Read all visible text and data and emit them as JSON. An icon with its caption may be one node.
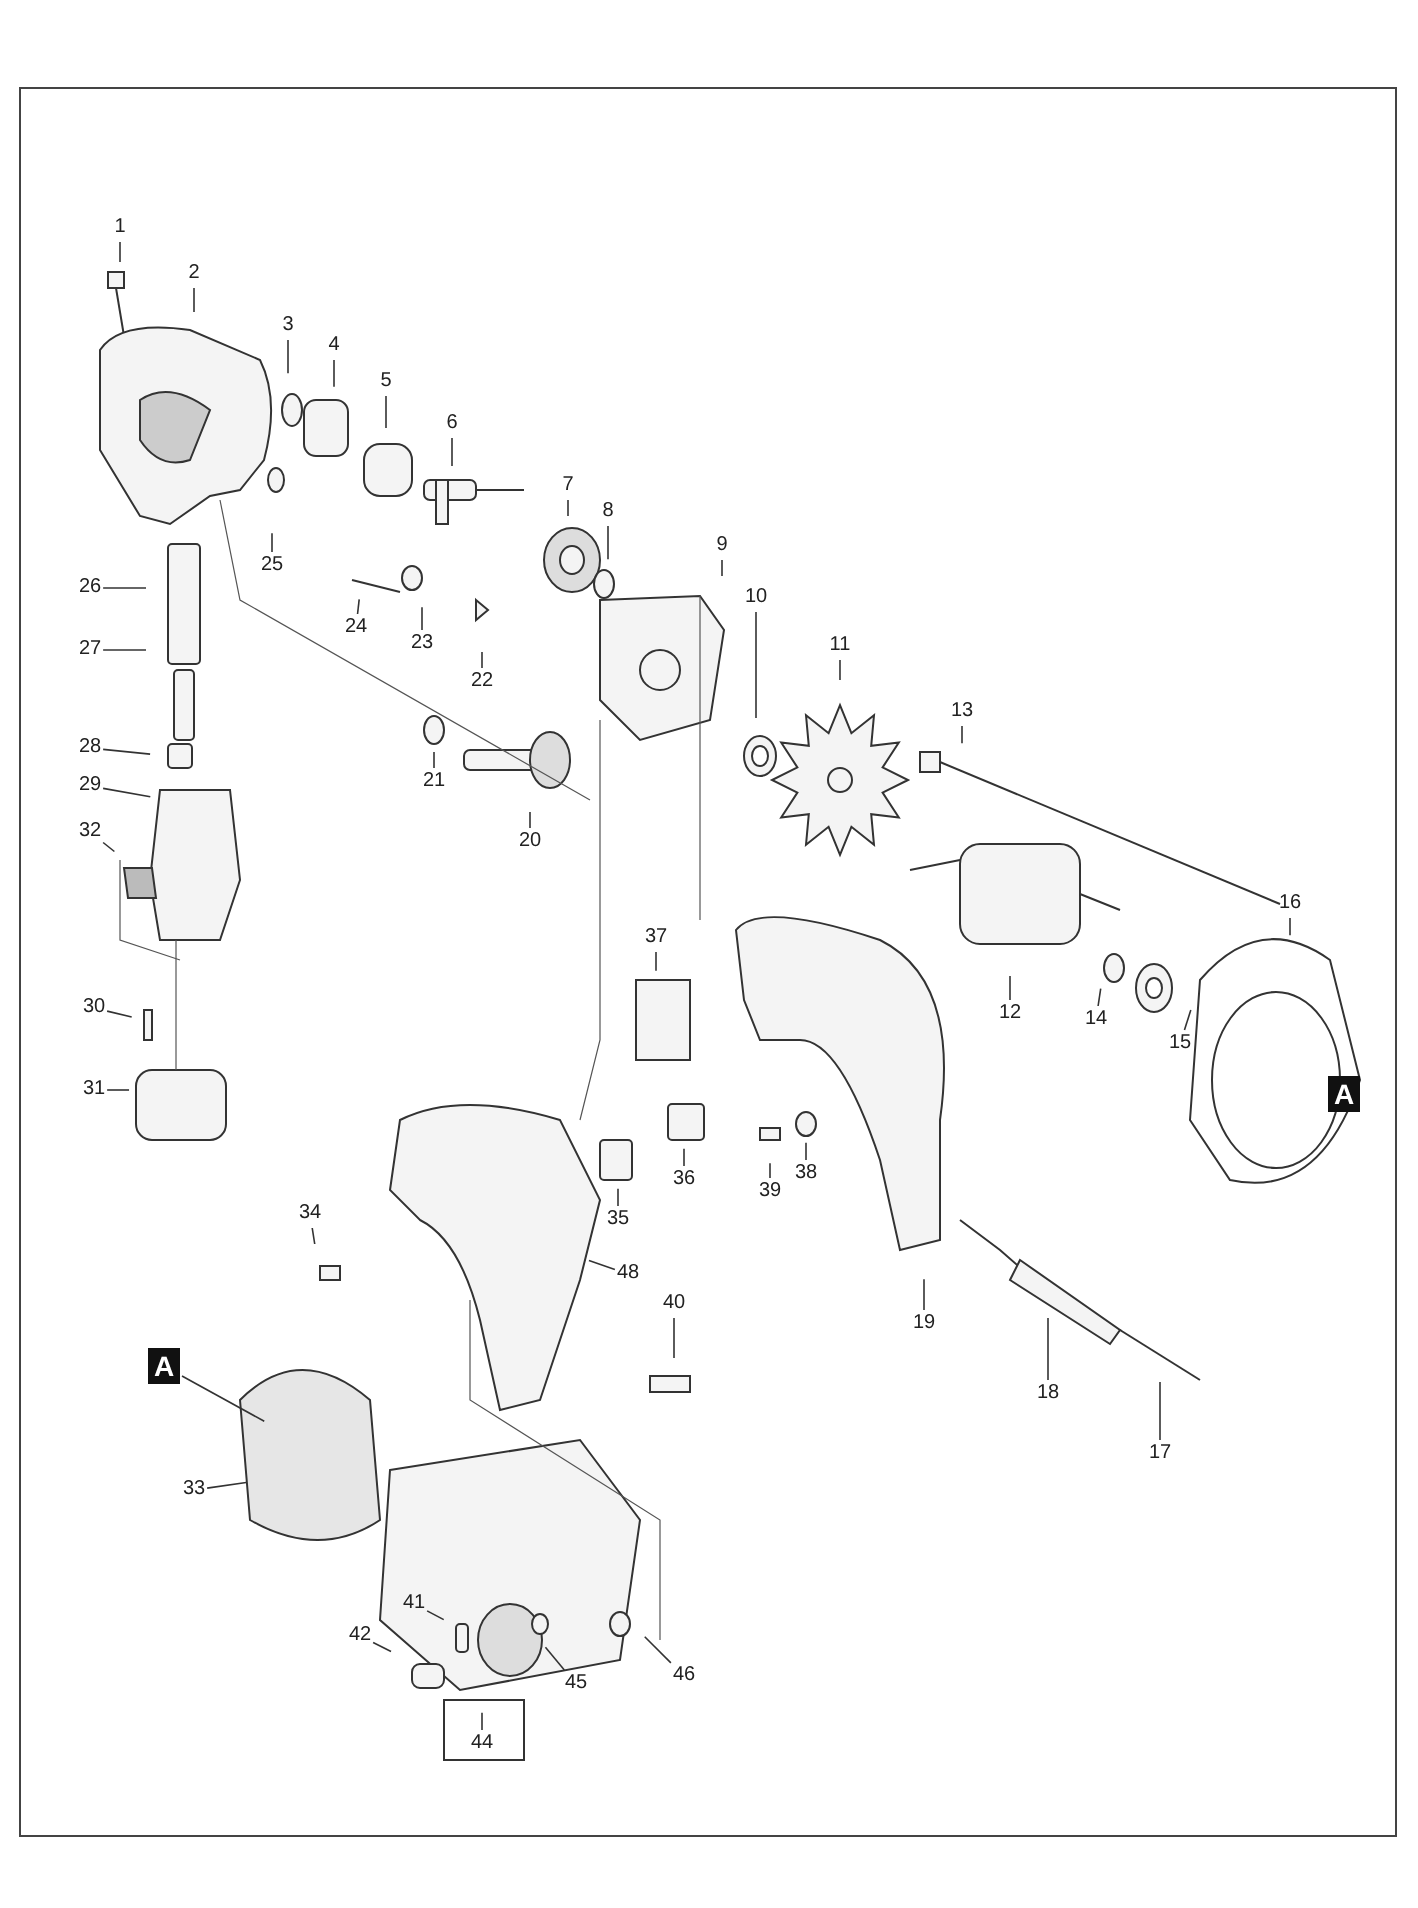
{
  "diagram": {
    "nodes": [
      {
        "text": [
          "1"
        ]
      },
      {
        "text": [
          "2"
        ]
      },
      {
        "text": [
          "3"
        ]
      },
      {
        "text": [
          "4"
        ]
      },
      {
        "text": [
          "5"
        ]
      },
      {
        "text": [
          "6"
        ]
      },
      {
        "text": [
          "7"
        ]
      },
      {
        "text": [
          "8"
        ]
      },
      {
        "text": [
          "9"
        ]
      },
      {
        "text": [
          "10"
        ]
      },
      {
        "text": [
          "11"
        ]
      },
      {
        "text": [
          "12"
        ]
      },
      {
        "text": [
          "13"
        ]
      },
      {
        "text": [
          "14"
        ]
      },
      {
        "text": [
          "15"
        ]
      },
      {
        "text": [
          "16"
        ]
      },
      {
        "text": [
          "17"
        ]
      },
      {
        "text": [
          "18"
        ]
      },
      {
        "text": [
          "19"
        ]
      },
      {
        "text": [
          "20"
        ]
      },
      {
        "text": [
          "21"
        ]
      },
      {
        "text": [
          "22"
        ]
      },
      {
        "text": [
          "23"
        ]
      },
      {
        "text": [
          "24"
        ]
      },
      {
        "text": [
          "25"
        ]
      },
      {
        "text": [
          "26"
        ]
      },
      {
        "text": [
          "27"
        ]
      },
      {
        "text": [
          "28"
        ]
      },
      {
        "text": [
          "29"
        ]
      },
      {
        "text": [
          "30"
        ]
      },
      {
        "text": [
          "31"
        ]
      },
      {
        "text": [
          "32"
        ]
      },
      {
        "text": [
          "33"
        ]
      },
      {
        "text": [
          "34"
        ]
      },
      {
        "text": [
          "35"
        ]
      },
      {
        "text": [
          "36"
        ]
      },
      {
        "text": [
          "37"
        ]
      },
      {
        "text": [
          "38"
        ]
      },
      {
        "text": [
          "39"
        ]
      },
      {
        "text": [
          "40"
        ]
      },
      {
        "text": [
          "41"
        ]
      },
      {
        "text": [
          "42"
        ]
      },
      {
        "text": [
          "44"
        ]
      },
      {
        "text": [
          "45"
        ]
      },
      {
        "text": [
          "46"
        ]
      },
      {
        "text": [
          "48"
        ]
      },
      {
        "text": [
          "A"
        ]
      },
      {
        "text": [
          "A"
        ]
      }
    ],
    "edges": [
      {
        "from": 0,
        "to": null,
        "arrow": "none"
      },
      {
        "from": 1,
        "to": null,
        "arrow": "none"
      },
      {
        "from": 2,
        "to": null,
        "arrow": "none"
      },
      {
        "from": 3,
        "to": null,
        "arrow": "none"
      },
      {
        "from": 4,
        "to": null,
        "arrow": "none"
      },
      {
        "from": 5,
        "to": null,
        "arrow": "none"
      },
      {
        "from": 6,
        "to": null,
        "arrow": "none"
      },
      {
        "from": 7,
        "to": null,
        "arrow": "none"
      },
      {
        "from": 8,
        "to": null,
        "arrow": "none"
      },
      {
        "from": 9,
        "to": null,
        "arrow": "none"
      },
      {
        "from": 10,
        "to": null,
        "arrow": "none"
      },
      {
        "from": 11,
        "to": null,
        "arrow": "none"
      },
      {
        "from": 12,
        "to": null,
        "arrow": "none"
      },
      {
        "from": 13,
        "to": null,
        "arrow": "none"
      },
      {
        "from": 14,
        "to": null,
        "arrow": "none"
      },
      {
        "from": 15,
        "to": null,
        "arrow": "none"
      },
      {
        "from": 16,
        "to": null,
        "arrow": "none"
      },
      {
        "from": 17,
        "to": null,
        "arrow": "none"
      },
      {
        "from": 18,
        "to": null,
        "arrow": "none"
      },
      {
        "from": 19,
        "to": null,
        "arrow": "none"
      },
      {
        "from": 20,
        "to": null,
        "arrow": "none"
      },
      {
        "from": 21,
        "to": null,
        "arrow": "none"
      },
      {
        "from": 22,
        "to": null,
        "arrow": "none"
      },
      {
        "from": 23,
        "to": null,
        "arrow": "none"
      },
      {
        "from": 24,
        "to": null,
        "arrow": "none"
      },
      {
        "from": 25,
        "to": null,
        "arrow": "none"
      },
      {
        "from": 26,
        "to": null,
        "arrow": "none"
      },
      {
        "from": 27,
        "to": null,
        "arrow": "none"
      },
      {
        "from": 28,
        "to": null,
        "arrow": "none"
      },
      {
        "from": 29,
        "to": null,
        "arrow": "none"
      },
      {
        "from": 30,
        "to": null,
        "arrow": "none"
      },
      {
        "from": 31,
        "to": null,
        "arrow": "none"
      },
      {
        "from": 32,
        "to": null,
        "arrow": "none"
      },
      {
        "from": 33,
        "to": null,
        "arrow": "none"
      },
      {
        "from": 34,
        "to": null,
        "arrow": "none"
      },
      {
        "from": 35,
        "to": null,
        "arrow": "none"
      },
      {
        "from": 36,
        "to": null,
        "arrow": "none"
      },
      {
        "from": 37,
        "to": null,
        "arrow": "none"
      },
      {
        "from": 38,
        "to": null,
        "arrow": "none"
      },
      {
        "from": 39,
        "to": null,
        "arrow": "none"
      },
      {
        "from": 40,
        "to": null,
        "arrow": "none"
      },
      {
        "from": 41,
        "to": null,
        "arrow": "none"
      },
      {
        "from": 42,
        "to": null,
        "arrow": "none"
      },
      {
        "from": 43,
        "to": null,
        "arrow": "none"
      },
      {
        "from": 44,
        "to": null,
        "arrow": "none"
      },
      {
        "from": 45,
        "to": null,
        "arrow": "none"
      },
      {
        "from": 47,
        "to": null,
        "arrow": "none"
      }
    ]
  }
}
